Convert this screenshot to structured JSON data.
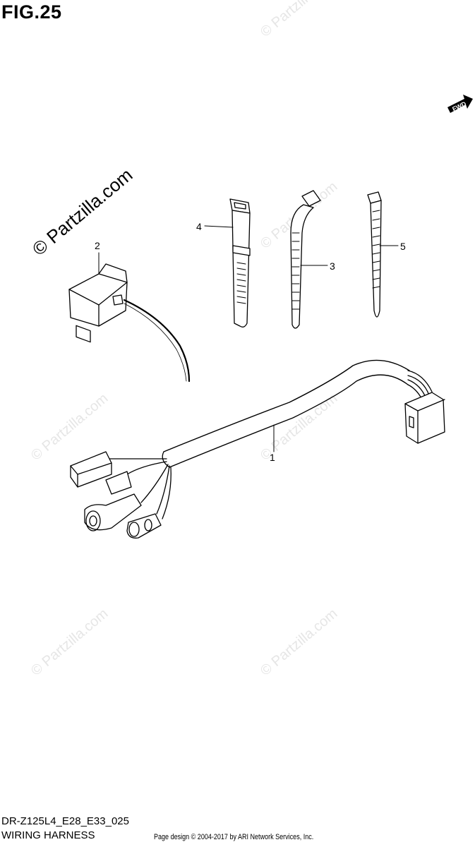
{
  "figure": {
    "title": "FIG.25",
    "code": "DR-Z125L4_E28_E33_025",
    "subtitle": "WIRING HARNESS",
    "credit": "Page design © 2004-2017 by ARI Network Services, Inc.",
    "fwd_label": "FWD"
  },
  "watermark": {
    "main": "© Partzilla.com",
    "faint": "© Partzilla.com"
  },
  "callouts": [
    "1",
    "2",
    "3",
    "4",
    "5"
  ],
  "colors": {
    "ink": "#000000",
    "watermark": "#e6e6e6",
    "background": "#ffffff"
  }
}
